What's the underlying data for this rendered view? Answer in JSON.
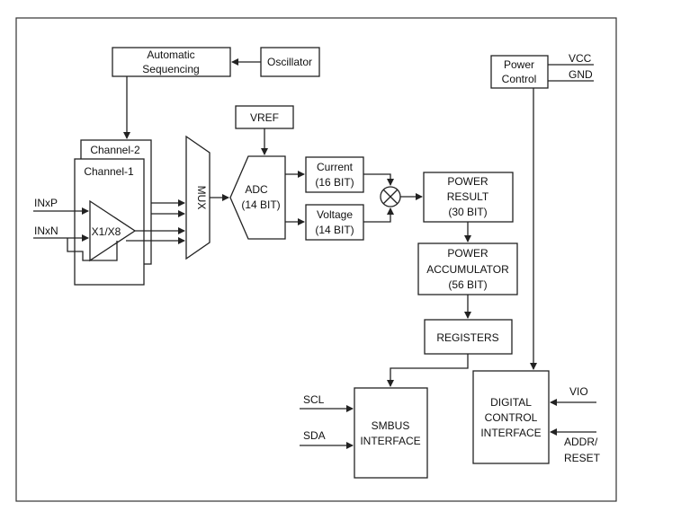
{
  "diagram": {
    "blocks": {
      "auto_seq_line1": "Automatic",
      "auto_seq_line2": "Sequencing",
      "oscillator": "Oscillator",
      "power_control_line1": "Power",
      "power_control_line2": "Control",
      "vref": "VREF",
      "channel2": "Channel-2",
      "channel1": "Channel-1",
      "amp": "X1/X8",
      "mux": "MUX",
      "adc_line1": "ADC",
      "adc_line2": "(14 BIT)",
      "current_line1": "Current",
      "current_line2": "(16 BIT)",
      "voltage_line1": "Voltage",
      "voltage_line2": "(14 BIT)",
      "power_result_line1": "POWER",
      "power_result_line2": "RESULT",
      "power_result_line3": "(30 BIT)",
      "power_acc_line1": "POWER",
      "power_acc_line2": "ACCUMULATOR",
      "power_acc_line3": "(56 BIT)",
      "registers": "REGISTERS",
      "smbus_line1": "SMBUS",
      "smbus_line2": "INTERFACE",
      "digital_line1": "DIGITAL",
      "digital_line2": "CONTROL",
      "digital_line3": "INTERFACE"
    },
    "signals": {
      "vcc": "VCC",
      "gnd": "GND",
      "inxp": "INxP",
      "inxn": "INxN",
      "scl": "SCL",
      "sda": "SDA",
      "vio": "VIO",
      "addr_line1": "ADDR/",
      "addr_line2": "RESET"
    }
  }
}
